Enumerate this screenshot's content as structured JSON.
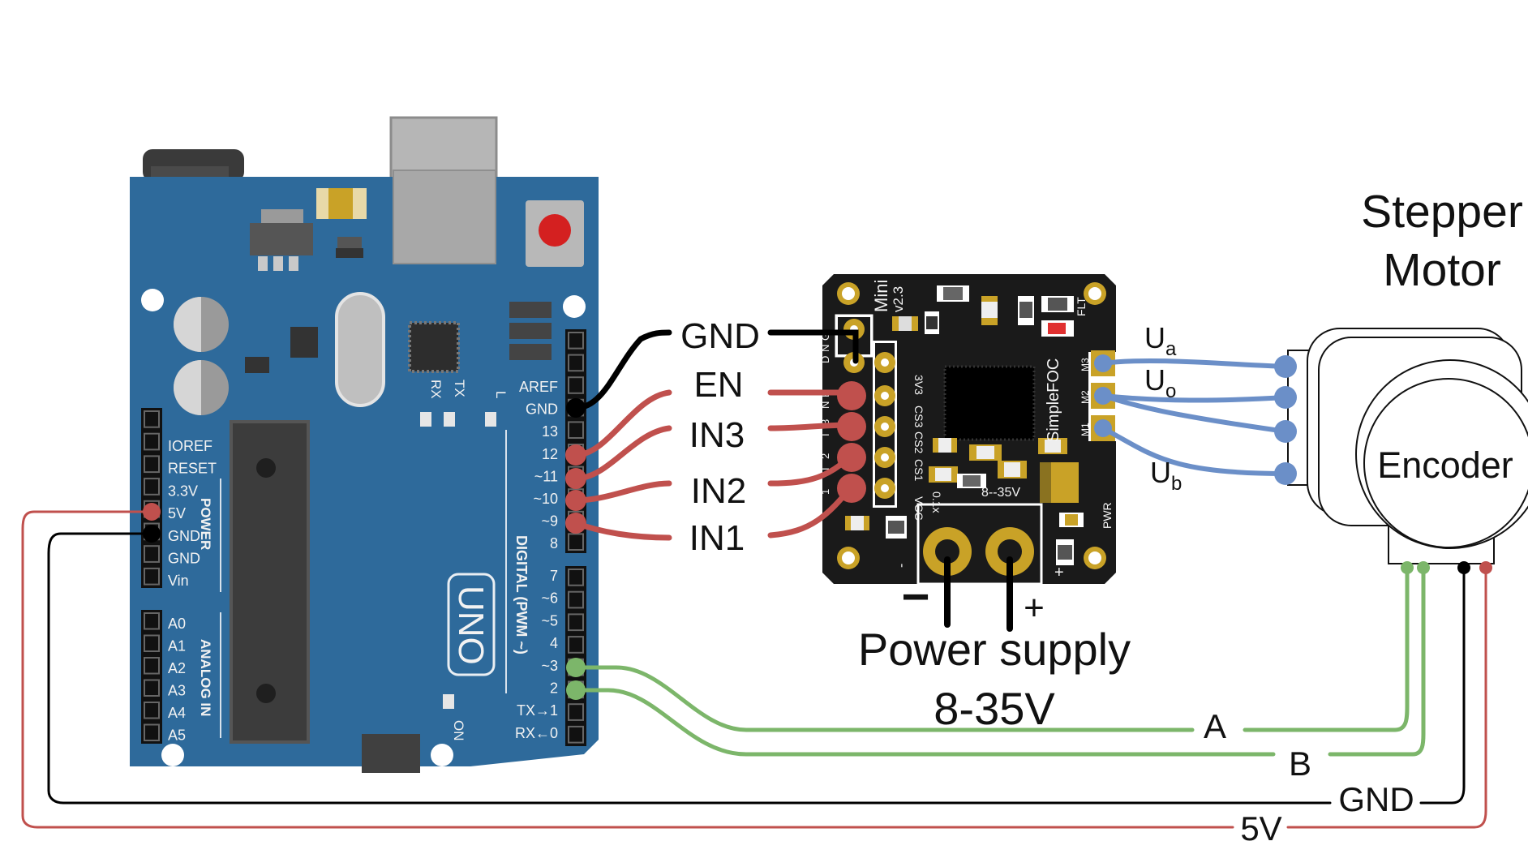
{
  "arduino": {
    "model": "UNO",
    "left_header_top": [
      "IOREF",
      "RESET",
      "3.3V",
      "5V",
      "GND",
      "GND",
      "Vin"
    ],
    "left_header_bottom": [
      "A0",
      "A1",
      "A2",
      "A3",
      "A4",
      "A5"
    ],
    "power_title": "POWER",
    "analog_title": "ANALOG IN",
    "right_header_top": [
      "AREF",
      "GND",
      "13",
      "12",
      "~11",
      "~10",
      "~9",
      "8"
    ],
    "right_header_bottom": [
      "7",
      "~6",
      "~5",
      "4",
      "~3",
      "2",
      "TX→1",
      "RX←0"
    ],
    "digital_title": "DIGITAL (PWM ~)",
    "led_labels": [
      "RX",
      "TX",
      "L",
      "ON"
    ]
  },
  "driver": {
    "brand": "SimpleFOC",
    "name": "Mini",
    "version": "v2.3",
    "pin_labels": [
      "GND",
      "EN",
      "IN3",
      "IN2",
      "IN1"
    ],
    "silk_pins": [
      "G",
      "N",
      "D",
      "E",
      "N",
      "3",
      "I",
      "2",
      "I",
      "1"
    ],
    "side_labels": [
      "3V3",
      "CS3",
      "CS2",
      "CS1",
      "VCC",
      "0.1x"
    ],
    "flt_label": "FLT",
    "pwr_label": "PWR",
    "voltage_silk": "8--35V",
    "motor_pads": [
      "M3",
      "M2",
      "M1"
    ],
    "power_terminals": [
      "-",
      "+"
    ]
  },
  "labels": {
    "gnd": "GND",
    "en": "EN",
    "in3": "IN3",
    "in2": "IN2",
    "in1": "IN1",
    "power_minus": "−",
    "power_plus": "+",
    "power_line1": "Power supply",
    "power_line2": "8-35V",
    "ua_base": "U",
    "ua_sub": "a",
    "uo_base": "U",
    "uo_sub": "o",
    "ub_base": "U",
    "ub_sub": "b",
    "motor_line1": "Stepper",
    "motor_line2": "Motor",
    "encoder": "Encoder",
    "wire_a": "A",
    "wire_b": "B",
    "wire_gnd": "GND",
    "wire_5v": "5V"
  },
  "colors": {
    "board_blue": "#2e6a9b",
    "driver_black": "#1a1a1a",
    "wire_red": "#c0504d",
    "wire_black": "#000000",
    "wire_blue": "#6b8fc8",
    "wire_green": "#7cb66a",
    "gold": "#c9a227"
  }
}
